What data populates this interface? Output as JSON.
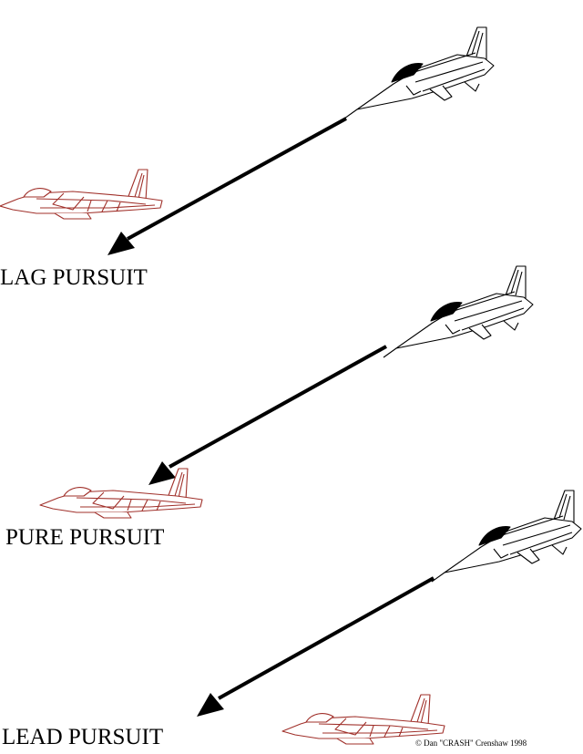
{
  "labels": {
    "lag": "LAG PURSUIT",
    "pure": "PURE PURSUIT",
    "lead": "LEAD PURSUIT"
  },
  "credit": "© Dan \"CRASH\" Crenshaw 1998",
  "colors": {
    "attacker": "#000000",
    "target": "#a0302a",
    "arrow": "#000000"
  },
  "icons": {
    "attacker": "fighter-jet-icon",
    "target": "target-jet-icon",
    "arrow": "pursuit-arrow-icon"
  }
}
